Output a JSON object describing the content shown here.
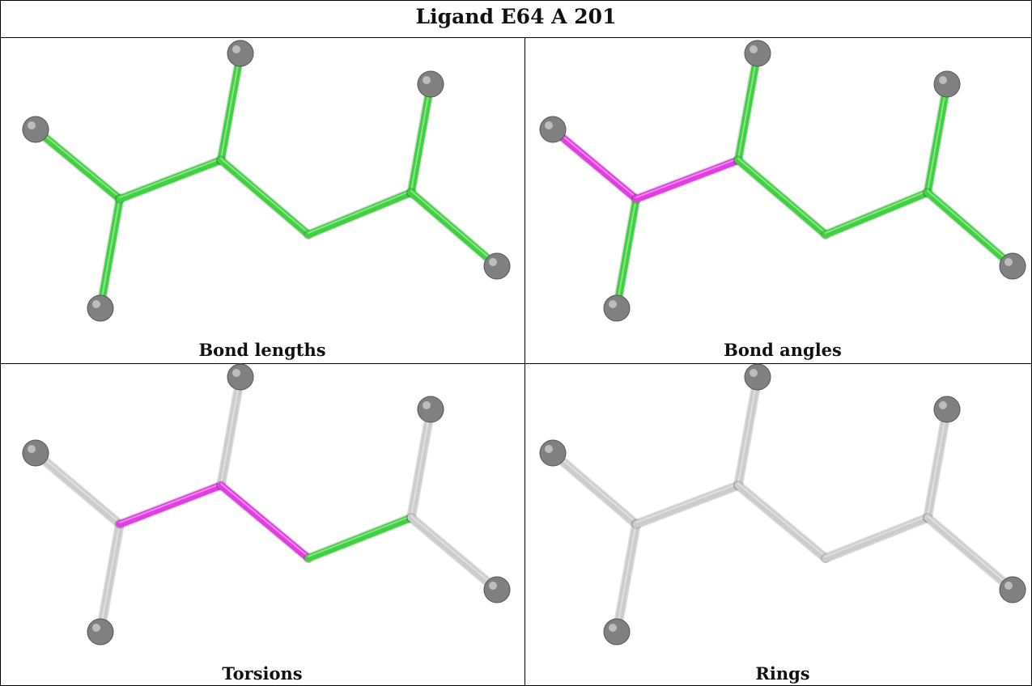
{
  "title": "Ligand E64 A 201",
  "panels": [
    {
      "id": "bond-lengths",
      "label": "Bond lengths"
    },
    {
      "id": "bond-angles",
      "label": "Bond angles"
    },
    {
      "id": "torsions",
      "label": "Torsions"
    },
    {
      "id": "rings",
      "label": "Rings"
    }
  ],
  "colors": {
    "ok": "#3fd13f",
    "outlier": "#e23de2",
    "neutral": "#cccccc",
    "atom": "#808080",
    "border": "#000000"
  },
  "molecule": {
    "atoms": [
      "a1",
      "a2",
      "a3",
      "a4",
      "a5",
      "a6",
      "a7",
      "a8",
      "a9"
    ],
    "bonds": [
      [
        "a1",
        "a3"
      ],
      [
        "a2",
        "a3"
      ],
      [
        "a3",
        "a4"
      ],
      [
        "a4",
        "a5"
      ],
      [
        "a4",
        "a6"
      ],
      [
        "a6",
        "a7"
      ],
      [
        "a7",
        "a8"
      ],
      [
        "a7",
        "a9"
      ]
    ],
    "panel_bond_colors": {
      "bond-lengths": [
        "ok",
        "ok",
        "ok",
        "ok",
        "ok",
        "ok",
        "ok",
        "ok"
      ],
      "bond-angles": [
        "outlier",
        "ok",
        "outlier",
        "ok",
        "ok",
        "ok",
        "ok",
        "ok"
      ],
      "torsions": [
        "neutral",
        "neutral",
        "outlier",
        "neutral",
        "outlier",
        "ok",
        "neutral",
        "neutral"
      ],
      "rings": [
        "neutral",
        "neutral",
        "neutral",
        "neutral",
        "neutral",
        "neutral",
        "neutral",
        "neutral"
      ]
    }
  }
}
